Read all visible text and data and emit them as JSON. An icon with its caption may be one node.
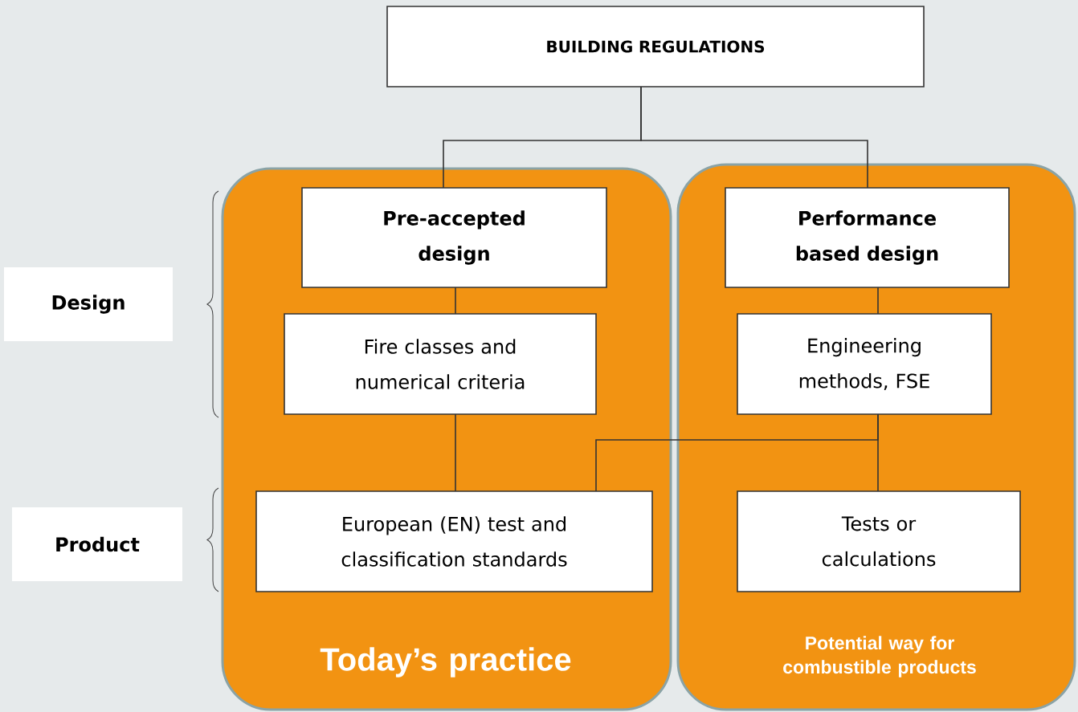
{
  "diagram": {
    "nodes": [
      {
        "text": [
          "BUILDING REGULATIONS"
        ]
      },
      {
        "text": [
          "Today’s practice"
        ]
      },
      {
        "text": [
          "Potential way for combustible products"
        ]
      },
      {
        "text": [
          "Pre-accepted design"
        ],
        "in": 1
      },
      {
        "text": [
          "Fire classes and numerical criteria"
        ],
        "in": 1
      },
      {
        "text": [
          "European (EN) test and classification standards"
        ],
        "in": 1
      },
      {
        "text": [
          "Performance based design"
        ],
        "in": 2
      },
      {
        "text": [
          "Engineering methods, FSE"
        ],
        "in": 2
      },
      {
        "text": [
          "Tests or calculations"
        ],
        "in": 2
      },
      {
        "text": [
          "Design"
        ]
      },
      {
        "text": [
          "Product"
        ]
      }
    ],
    "edges": [
      {
        "from": 0,
        "to": 3,
        "arrow": "none"
      },
      {
        "from": 0,
        "to": 6,
        "arrow": "none"
      },
      {
        "from": 3,
        "to": 4,
        "arrow": "none"
      },
      {
        "from": 4,
        "to": 5,
        "arrow": "none"
      },
      {
        "from": 6,
        "to": 7,
        "arrow": "none"
      },
      {
        "from": 7,
        "to": 8,
        "arrow": "none"
      },
      {
        "from": 7,
        "to": 5,
        "arrow": "none"
      }
    ]
  }
}
